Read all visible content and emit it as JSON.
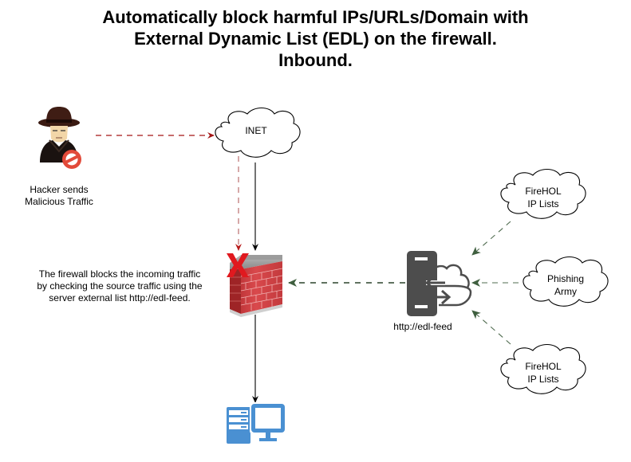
{
  "title": {
    "line1": "Automatically block harmful IPs/URLs/Domain with",
    "line2": "External Dynamic List (EDL) on the firewall.",
    "line3": "Inbound."
  },
  "nodes": {
    "hacker": {
      "label_line1": "Hacker sends",
      "label_line2": "Malicious Traffic",
      "icon": "hacker-icon"
    },
    "inet": {
      "label": "INET",
      "icon": "cloud-icon"
    },
    "firewall": {
      "icon": "firewall-icon",
      "block_marker": "red-x-icon",
      "description_line1": "The firewall blocks the incoming traffic",
      "description_line2": "by checking the source traffic using the",
      "description_line3": "server external list http://edl-feed."
    },
    "edl_server": {
      "label": "http://edl-feed",
      "icon": "server-cloud-sync-icon"
    },
    "feed_top": {
      "label_line1": "FireHOL",
      "label_line2": "IP Lists",
      "icon": "cloud-icon"
    },
    "feed_middle": {
      "label_line1": "Phishing",
      "label_line2": "Army",
      "icon": "cloud-icon"
    },
    "feed_bottom": {
      "label_line1": "FireHOL",
      "label_line2": "IP Lists",
      "icon": "cloud-icon"
    },
    "client": {
      "icon": "desktop-computer-icon"
    }
  },
  "edges": [
    {
      "from": "hacker",
      "to": "inet",
      "style": "dashed",
      "color": "#a31515"
    },
    {
      "from": "inet",
      "to": "firewall",
      "style": "dashed",
      "color": "#b35a5a"
    },
    {
      "from": "inet",
      "to": "firewall",
      "style": "solid",
      "color": "#000000"
    },
    {
      "from": "firewall",
      "to": "client",
      "style": "solid",
      "color": "#000000"
    },
    {
      "from": "edl_server",
      "to": "firewall",
      "style": "dashed",
      "color": "#4a5e4a"
    },
    {
      "from": "feed_top",
      "to": "edl_server",
      "style": "dashed",
      "color": "#4f6b4f"
    },
    {
      "from": "feed_middle",
      "to": "edl_server",
      "style": "dashed",
      "color": "#4f6b4f"
    },
    {
      "from": "feed_bottom",
      "to": "edl_server",
      "style": "dashed",
      "color": "#4f6b4f"
    }
  ],
  "colors": {
    "malicious_edge": "#a31515",
    "feed_edge": "#3f5f3f",
    "firewall_brick": "#c8373a",
    "block_x": "#e0191f",
    "server": "#4d4d4d",
    "client": "#4a90d2"
  }
}
